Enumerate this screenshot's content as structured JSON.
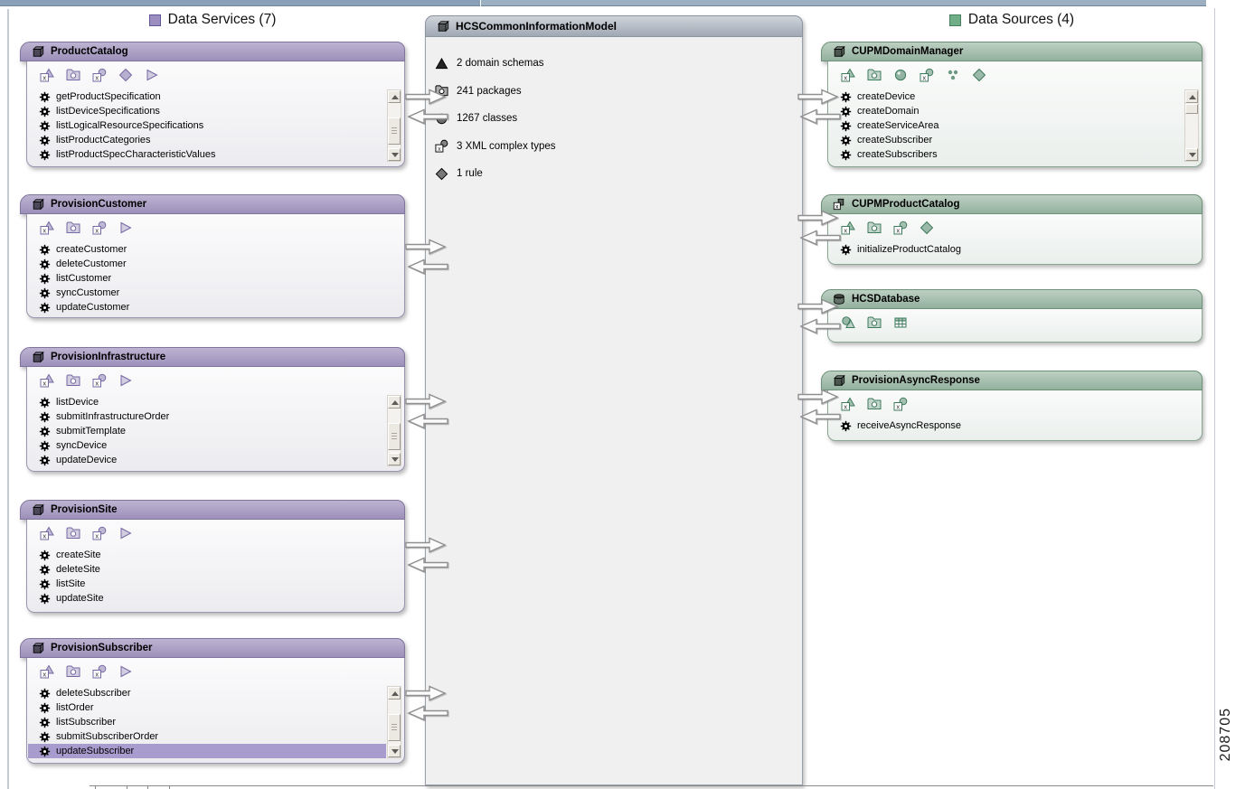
{
  "figure_number": "208705",
  "columns": {
    "services_title": "Data Services (7)",
    "sources_title": "Data Sources (4)"
  },
  "model_box": {
    "title": "HCSCommonInformationModel",
    "stats": [
      {
        "icon": "domain-schema-icon",
        "label": "2 domain schemas"
      },
      {
        "icon": "package-icon",
        "label": "241 packages"
      },
      {
        "icon": "class-icon",
        "label": "1267 classes"
      },
      {
        "icon": "xml-complex-type-icon",
        "label": "3 XML complex types"
      },
      {
        "icon": "rule-icon",
        "label": "1 rule"
      }
    ]
  },
  "service_boxes": [
    {
      "title": "ProductCatalog",
      "toolbar_icons": [
        "xsd-schema-icon",
        "package-icon",
        "xml-complex-type-icon",
        "rule-icon",
        "process-icon"
      ],
      "operations": [
        {
          "name": "getProductSpecification"
        },
        {
          "name": "listDeviceSpecifications"
        },
        {
          "name": "listLogicalResourceSpecifications"
        },
        {
          "name": "listProductCategories"
        },
        {
          "name": "listProductSpecCharacteristicValues"
        }
      ]
    },
    {
      "title": "ProvisionCustomer",
      "toolbar_icons": [
        "xsd-schema-icon",
        "package-icon",
        "xml-complex-type-icon",
        "process-icon"
      ],
      "operations": [
        {
          "name": "createCustomer"
        },
        {
          "name": "deleteCustomer"
        },
        {
          "name": "listCustomer"
        },
        {
          "name": "syncCustomer"
        },
        {
          "name": "updateCustomer"
        }
      ]
    },
    {
      "title": "ProvisionInfrastructure",
      "toolbar_icons": [
        "xsd-schema-icon",
        "package-icon",
        "xml-complex-type-icon",
        "process-icon"
      ],
      "operations": [
        {
          "name": "listDevice"
        },
        {
          "name": "submitInfrastructureOrder"
        },
        {
          "name": "submitTemplate"
        },
        {
          "name": "syncDevice"
        },
        {
          "name": "updateDevice"
        }
      ]
    },
    {
      "title": "ProvisionSite",
      "toolbar_icons": [
        "xsd-schema-icon",
        "package-icon",
        "xml-complex-type-icon",
        "process-icon"
      ],
      "operations": [
        {
          "name": "createSite"
        },
        {
          "name": "deleteSite"
        },
        {
          "name": "listSite"
        },
        {
          "name": "updateSite"
        }
      ]
    },
    {
      "title": "ProvisionSubscriber",
      "toolbar_icons": [
        "xsd-schema-icon",
        "package-icon",
        "xml-complex-type-icon",
        "process-icon"
      ],
      "operations": [
        {
          "name": "deleteSubscriber"
        },
        {
          "name": "listOrder"
        },
        {
          "name": "listSubscriber"
        },
        {
          "name": "submitSubscriberOrder"
        },
        {
          "name": "updateSubscriber",
          "selected": true
        }
      ]
    }
  ],
  "source_boxes": [
    {
      "title": "CUPMDomainManager",
      "header_icon": "component-cube-icon",
      "toolbar_icons": [
        "xsd-schema-icon",
        "package-icon",
        "class-icon",
        "xml-complex-type-icon",
        "dots-icon",
        "rule-icon"
      ],
      "operations": [
        {
          "name": "createDevice"
        },
        {
          "name": "createDomain"
        },
        {
          "name": "createServiceArea"
        },
        {
          "name": "createSubscriber"
        },
        {
          "name": "createSubscribers"
        }
      ]
    },
    {
      "title": "CUPMProductCatalog",
      "header_icon": "xml-doc-icon",
      "toolbar_icons": [
        "xsd-schema-icon",
        "package-icon",
        "xml-complex-type-icon",
        "rule-icon"
      ],
      "operations": [
        {
          "name": "initializeProductCatalog"
        }
      ]
    },
    {
      "title": "HCSDatabase",
      "header_icon": "database-icon",
      "toolbar_icons": [
        "schema-sphere-icon",
        "package-icon",
        "table-icon"
      ],
      "operations": []
    },
    {
      "title": "ProvisionAsyncResponse",
      "header_icon": "component-cube-icon",
      "toolbar_icons": [
        "xsd-schema-icon",
        "package-icon",
        "xml-complex-type-icon"
      ],
      "operations": [
        {
          "name": "receiveAsyncResponse"
        }
      ]
    }
  ]
}
